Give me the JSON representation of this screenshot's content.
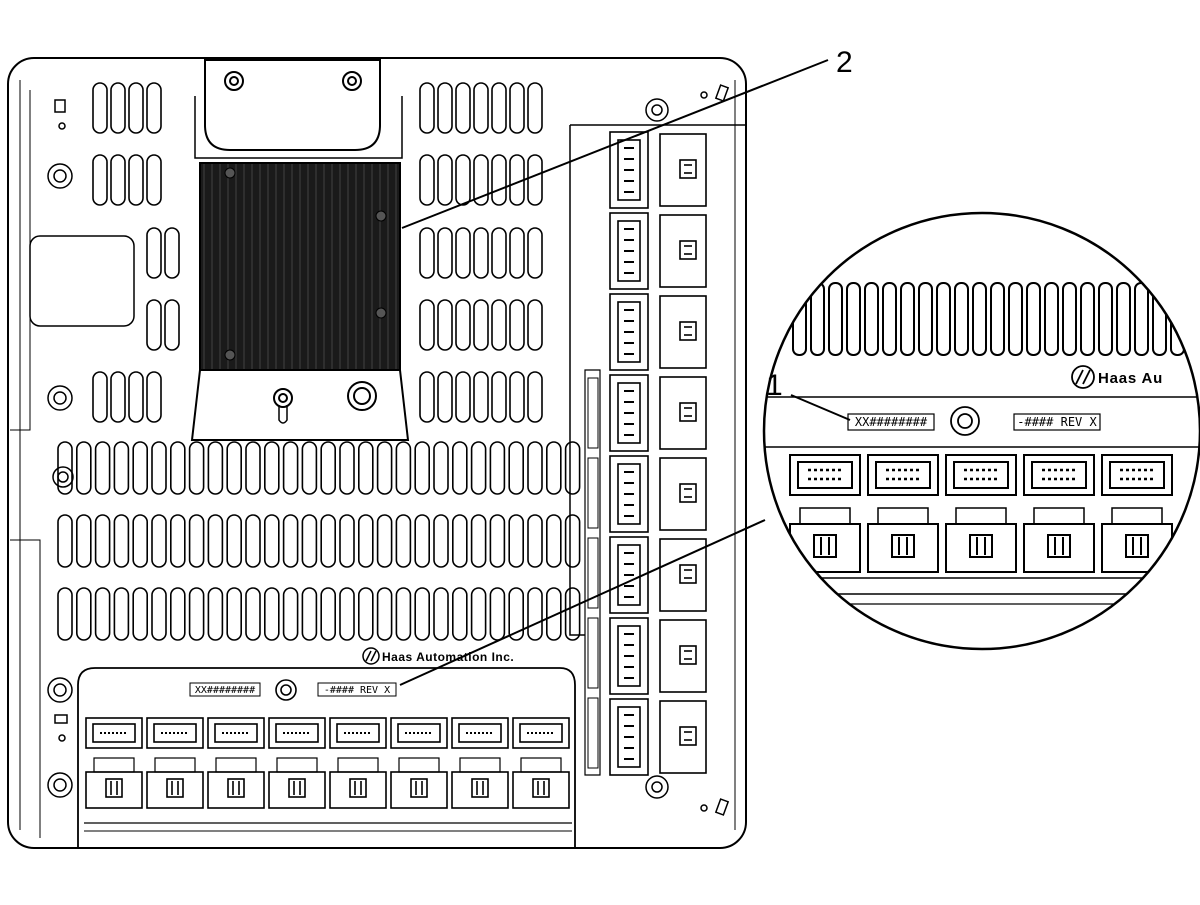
{
  "callouts": {
    "one": "1",
    "two": "2"
  },
  "board": {
    "brand": "Haas Automation Inc.",
    "serial_label": "XX########",
    "rev_label": "-#### REV X"
  },
  "zoom": {
    "brand": "Haas Au",
    "serial_label": "XX########",
    "rev_label": "-#### REV X"
  }
}
